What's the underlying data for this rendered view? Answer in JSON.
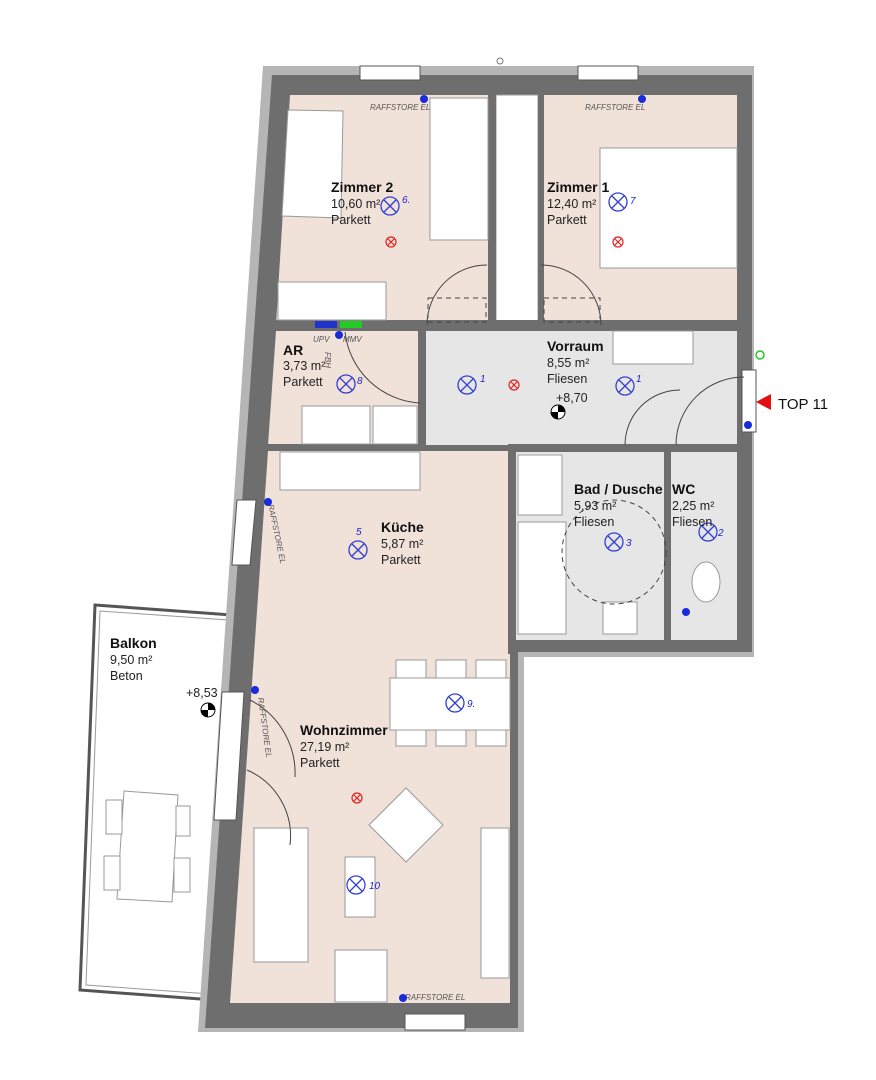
{
  "plan": {
    "unit_label": "TOP 11",
    "colors": {
      "wall": "#6e6e6e",
      "outer": "#b5b5b5",
      "dry_floor": "#f0e1d9",
      "wet_floor": "#e6e6e6",
      "lamp": "#3340d0",
      "marker": "#e01010"
    },
    "rooms": [
      {
        "name": "Zimmer 2",
        "area": "10,60 m²",
        "floor": "Parkett",
        "lamp": "6."
      },
      {
        "name": "Zimmer 1",
        "area": "12,40 m²",
        "floor": "Parkett",
        "lamp": "7"
      },
      {
        "name": "AR",
        "area": "3,73 m²",
        "floor": "Parkett",
        "lamp": "8"
      },
      {
        "name": "Vorraum",
        "area": "8,55 m²",
        "floor": "Fliesen",
        "lamp": "1"
      },
      {
        "name": "Küche",
        "area": "5,87 m²",
        "floor": "Parkett",
        "lamp": "5"
      },
      {
        "name": "Bad / Dusche",
        "area": "5,93 m²",
        "floor": "Fliesen",
        "lamp": "3"
      },
      {
        "name": "WC",
        "area": "2,25 m²",
        "floor": "Fliesen",
        "lamp": "2"
      },
      {
        "name": "Wohnzimmer",
        "area": "27,19 m²",
        "floor": "Parkett",
        "lamp": "9."
      },
      {
        "name": "Balkon",
        "area": "9,50 m²",
        "floor": "Beton"
      }
    ],
    "elevations": [
      "+8,70",
      "+8,53"
    ],
    "annotations": {
      "raffstore": "RAFFSTORE EL",
      "upv": "UPV",
      "mmv": "MMV",
      "fbh": "FBH",
      "lamp10": "10",
      "lamp1b": "1"
    }
  }
}
